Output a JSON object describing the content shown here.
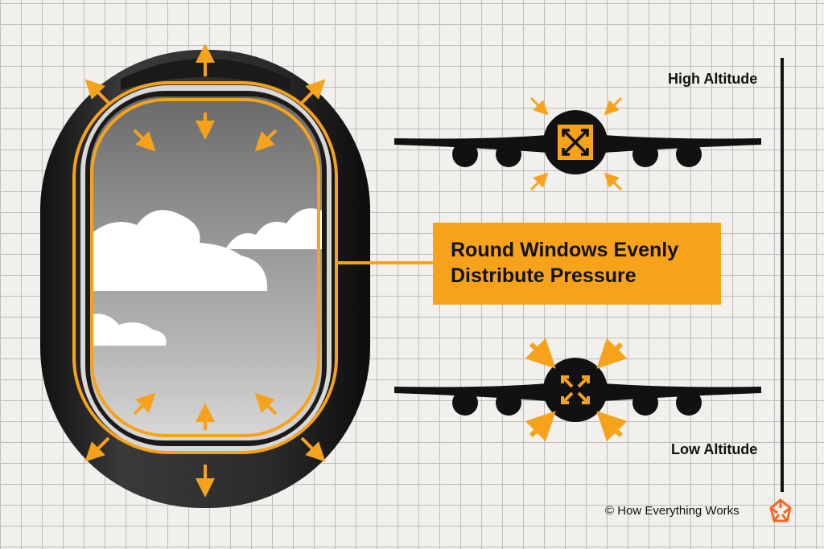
{
  "labels": {
    "high_altitude": "High Altitude",
    "low_altitude": "Low Altitude"
  },
  "callout": {
    "line1": "Round Windows Evenly",
    "line2": "Distribute Pressure"
  },
  "footer": {
    "credit": "© How Everything Works"
  },
  "colors": {
    "accent": "#f7a21b",
    "ink": "#111111",
    "frame": "#2b2b2b"
  },
  "icons": [
    "window-frame-icon",
    "cloud-icon",
    "airplane-icon",
    "pressure-arrow-icon",
    "logo-icon"
  ]
}
